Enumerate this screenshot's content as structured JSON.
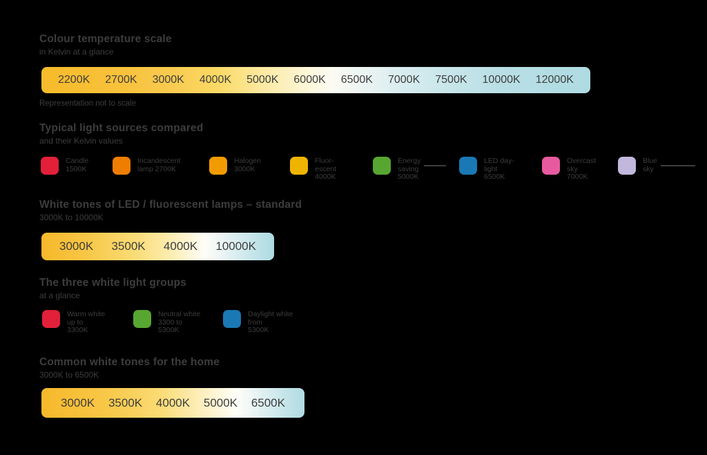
{
  "page": {
    "background": "#000000",
    "text_color": "#3d3d3c"
  },
  "intro": {
    "title": "Colour temperature scale",
    "subtitle": "in Kelvin at a glance",
    "caption": "Representation not to scale"
  },
  "kelvin_scale": {
    "labels": [
      "2200K",
      "2700K",
      "3000K",
      "4000K",
      "5000K",
      "6000K",
      "6500K",
      "7000K",
      "7500K",
      "10000K",
      "12000K"
    ],
    "gradient": [
      "#f7bb2a 0%",
      "#f8c23c 15%",
      "#f9ca4e 23%",
      "#fad964 32%",
      "#fce9a0 40%",
      "#fdf7dc 49%",
      "#fbfbf3 53%",
      "#eef5f2 58%",
      "#d8ecef 66%",
      "#c8e6ea 74%",
      "#b9dfe5 83%",
      "#aedbe2 100%"
    ]
  },
  "sources": {
    "title": "Typical light sources compared",
    "subtitle": "and their Kelvin values",
    "items": [
      {
        "icon": "candle-swatch",
        "color": "#e2203a",
        "lines": [
          "Candle",
          "1500K"
        ],
        "leader": 0
      },
      {
        "icon": "incandescent-swatch",
        "color": "#ef7d00",
        "lines": [
          "Incandescent",
          "lamp 2700K"
        ],
        "leader": 0
      },
      {
        "icon": "halogen-swatch",
        "color": "#f29b00",
        "lines": [
          "Halogen",
          "3000K"
        ],
        "leader": 0
      },
      {
        "icon": "fluorescent-swatch",
        "color": "#efb400",
        "lines": [
          "Fluor-",
          "escent",
          "4000K"
        ],
        "leader": 0
      },
      {
        "icon": "energy-saving-swatch",
        "color": "#57a632",
        "lines": [
          "Energy",
          "saving",
          "5000K"
        ],
        "leader": 32
      },
      {
        "icon": "led-swatch",
        "color": "#1a78b4",
        "lines": [
          "LED day-",
          "light",
          "6500K"
        ],
        "leader": 0
      },
      {
        "icon": "overcast-swatch",
        "color": "#e85a9f",
        "lines": [
          "Overcast",
          "sky",
          "7000K"
        ],
        "leader": 0
      },
      {
        "icon": "blue-sky-swatch",
        "color": "#c2b7dc",
        "lines": [
          "Blue",
          "sky"
        ],
        "leader": 50
      }
    ]
  },
  "led_scale": {
    "title": "White tones of LED / fluorescent lamps – standard",
    "subtitle": "3000K to 10000K",
    "labels": [
      "3000K",
      "3500K",
      "4000K",
      "10000K"
    ],
    "gradient": [
      "#f6b82b 0%",
      "#f8c747 20%",
      "#fadc76 40%",
      "#fcecae 55%",
      "#fefdf6 70%",
      "#eaf4f4 78%",
      "#c8e6eb 90%",
      "#addae2 100%"
    ]
  },
  "groups": {
    "title": "The three white light groups",
    "subtitle": "at a glance",
    "items": [
      {
        "icon": "warm-white-swatch",
        "color": "#e2203a",
        "lines": [
          "Warm white",
          "up to",
          "3300K"
        ],
        "leader": 0
      },
      {
        "icon": "neutral-white-swatch",
        "color": "#57a632",
        "lines": [
          "Neutral white",
          "3300 to",
          "5300K"
        ],
        "leader": 0
      },
      {
        "icon": "daylight-white-swatch",
        "color": "#1a78b4",
        "lines": [
          "Daylight white",
          "from",
          "5300K"
        ],
        "leader": 0
      }
    ]
  },
  "home_scale": {
    "title": "Common white tones for the home",
    "subtitle": "3000K to 6500K",
    "labels": [
      "3000K",
      "3500K",
      "4000K",
      "5000K",
      "6500K"
    ],
    "gradient": [
      "#f6b82b 0%",
      "#f8c848 25%",
      "#fadb74 45%",
      "#fdeeb9 60%",
      "#fffef8 74%",
      "#e4f1f3 83%",
      "#c3e4e9 93%",
      "#b0dbe2 100%"
    ]
  }
}
